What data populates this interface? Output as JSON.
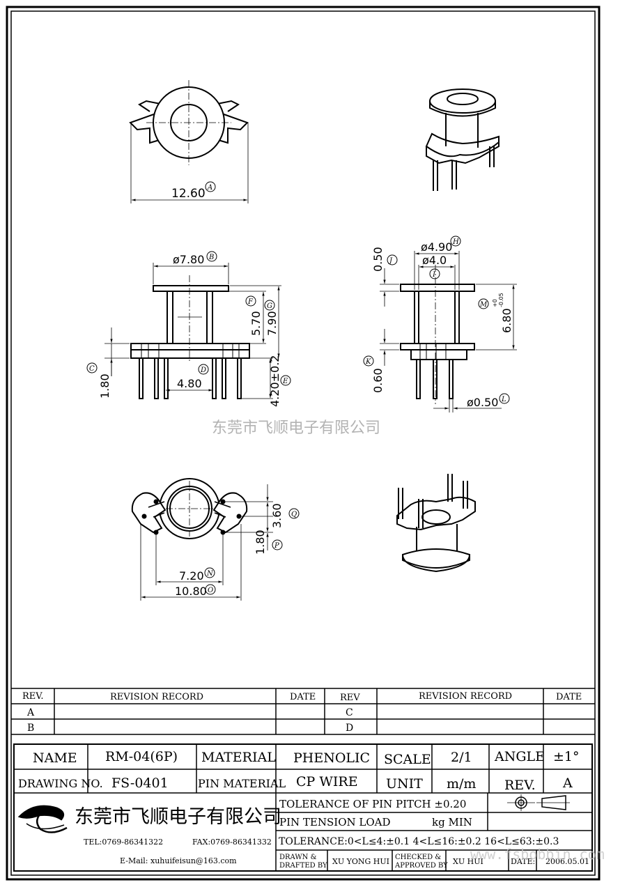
{
  "dimensions": {
    "top_width": "12.60",
    "top_width_tag": "A",
    "side_flange_dia": "ø7.80",
    "side_flange_dia_tag": "B",
    "side_pin_height": "1.80",
    "side_pin_height_tag": "C",
    "side_pin_pitch": "4.80",
    "side_pin_pitch_tag": "D",
    "side_pin_length": "4.20±0.2",
    "side_pin_length_tag": "E",
    "side_winding_height": "5.70",
    "side_winding_height_tag": "F",
    "side_total_height": "7.90",
    "side_total_height_tag": "G",
    "sec_outer_dia": "ø4.90",
    "sec_outer_dia_tag": "H",
    "sec_inner_dia": "ø4.0",
    "sec_inner_dia_tag": "I",
    "sec_top_flange": "0.50",
    "sec_top_flange_tag": "J",
    "sec_bottom_flange": "0.60",
    "sec_bottom_flange_tag": "K",
    "sec_pin_dia": "ø0.50",
    "sec_pin_dia_tag": "L",
    "sec_height": "6.80",
    "sec_height_tag": "M",
    "sec_height_tol_upper": "+0",
    "sec_height_tol_lower": "-0.05",
    "bottom_pin_pitch": "7.20",
    "bottom_pin_pitch_tag": "N",
    "bottom_width": "10.80",
    "bottom_width_tag": "O",
    "bottom_pin_offset": "1.80",
    "bottom_pin_offset_tag": "P",
    "bottom_pin_span": "3.60",
    "bottom_pin_span_tag": "Q"
  },
  "watermark": "东莞市飞顺电子有限公司",
  "watermark_url": "www.fsbobbin.com",
  "revision_table": {
    "headers": [
      "REV.",
      "REVISION RECORD",
      "DATE",
      "REV",
      "REVISION RECORD",
      "DATE"
    ],
    "rev_left": [
      "A",
      "B"
    ],
    "rev_right": [
      "C",
      "D"
    ]
  },
  "title_block": {
    "name_label": "NAME",
    "name_value": "RM-04(6P)",
    "material_label": "MATERIAL",
    "material_value": "PHENOLIC",
    "scale_label": "SCALE",
    "scale_value": "2/1",
    "angle_label": "ANGLE",
    "angle_value": "±1°",
    "drawing_no_label": "DRAWING NO.",
    "drawing_no_value": "FS-0401",
    "pin_material_label": "PIN MATERIAL",
    "pin_material_value": "CP WIRE",
    "unit_label": "UNIT",
    "unit_value": "m/m",
    "rev_label": "REV.",
    "rev_value": "A",
    "company": "东莞市飞顺电子有限公司",
    "tel": "TEL:0769-86341322",
    "fax": "FAX:0769-86341332",
    "email": "E-Mail: xuhuifeisun@163.com",
    "pitch_tolerance": "TOLERANCE OF PIN PITCH ±0.20",
    "pin_tension": "PIN TENSION  LOAD",
    "pin_tension_unit": "kg MIN",
    "tolerance": "TOLERANCE:0<L≤4:±0.1  4<L≤16:±0.2  16<L≤63:±0.3",
    "drawn_label_1": "DRAWN &",
    "drawn_label_2": "DRAFTED BY",
    "drawn_value": "XU YONG HUI",
    "checked_label_1": "CHECKED &",
    "checked_label_2": "APPROVED BY",
    "checked_value": "XU    HUI",
    "date_label": "DATE:",
    "date_value": "2006.05.01"
  }
}
